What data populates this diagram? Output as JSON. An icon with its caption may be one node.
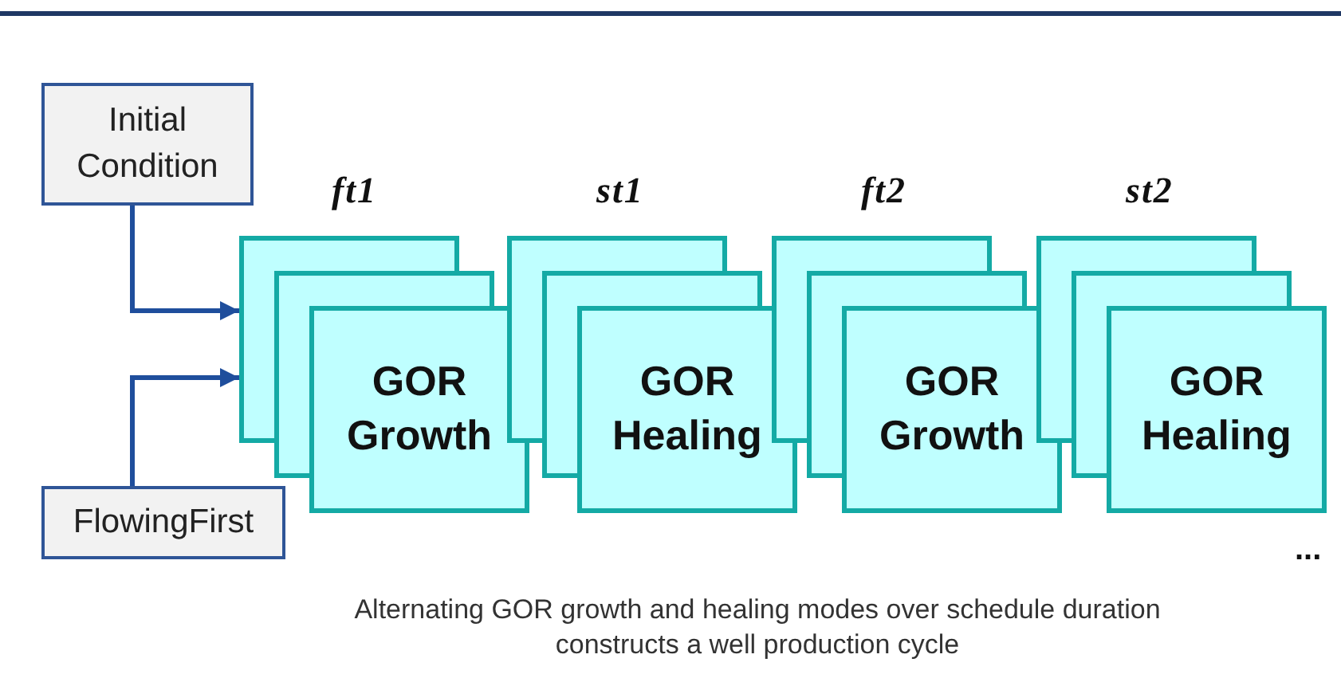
{
  "diagram": {
    "caption": "Alternating GOR growth and healing modes over schedule duration constructs a well production cycle",
    "nodes": [
      {
        "text": [
          "Initial Condition"
        ]
      },
      {
        "text": [
          "FlowingFirst"
        ]
      },
      {
        "text": [
          "GOR Growth"
        ]
      },
      {
        "text": [
          "GOR Healing"
        ]
      },
      {
        "text": [
          "GOR Growth"
        ]
      },
      {
        "text": [
          "GOR Healing"
        ]
      }
    ],
    "edges": [
      {
        "from": 0,
        "to": 2,
        "arrow": "to"
      },
      {
        "from": 1,
        "to": 2,
        "arrow": "to"
      }
    ],
    "labels": [
      "ft1",
      "st1",
      "ft2",
      "st2",
      "..."
    ]
  }
}
